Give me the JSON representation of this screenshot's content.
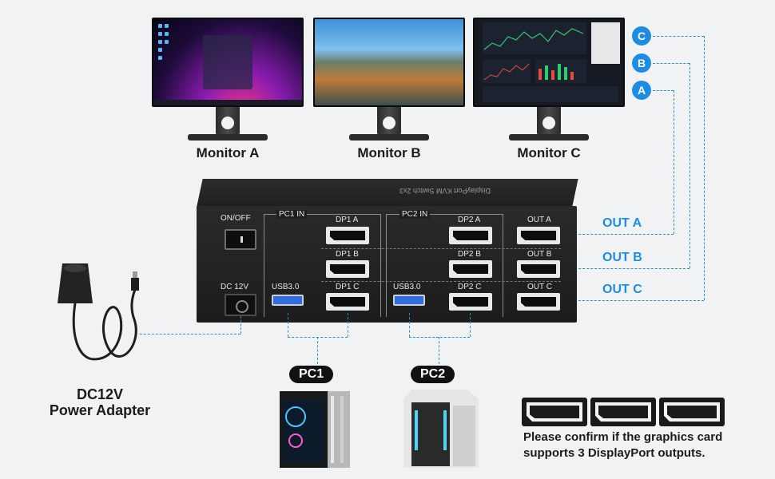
{
  "monitors": [
    {
      "label": "Monitor A"
    },
    {
      "label": "Monitor B"
    },
    {
      "label": "Monitor C"
    }
  ],
  "kvm": {
    "top_text": "DisplayPort KVM Switch 2x3",
    "power_switch_label": "ON/OFF",
    "dc_label": "DC 12V",
    "pc1_group": "PC1 IN",
    "pc2_group": "PC2 IN",
    "usb_label_1": "USB3.0",
    "usb_label_2": "USB3.0",
    "ports": {
      "dp1a": "DP1 A",
      "dp1b": "DP1 B",
      "dp1c": "DP1 C",
      "dp2a": "DP2 A",
      "dp2b": "DP2 B",
      "dp2c": "DP2 C",
      "outa": "OUT A",
      "outb": "OUT B",
      "outc": "OUT C"
    }
  },
  "outputs": {
    "badges": [
      "C",
      "B",
      "A"
    ],
    "labels": [
      "OUT A",
      "OUT B",
      "OUT C"
    ]
  },
  "pcs": {
    "pc1": "PC1",
    "pc2": "PC2"
  },
  "adapter": {
    "line1": "DC12V",
    "line2": "Power Adapter"
  },
  "note": {
    "line1": "Please confirm if the graphics card",
    "line2": "supports 3 DisplayPort outputs."
  },
  "colors": {
    "accent": "#1d8de3",
    "background": "#f1f2f4",
    "device": "#1f1f1f"
  }
}
